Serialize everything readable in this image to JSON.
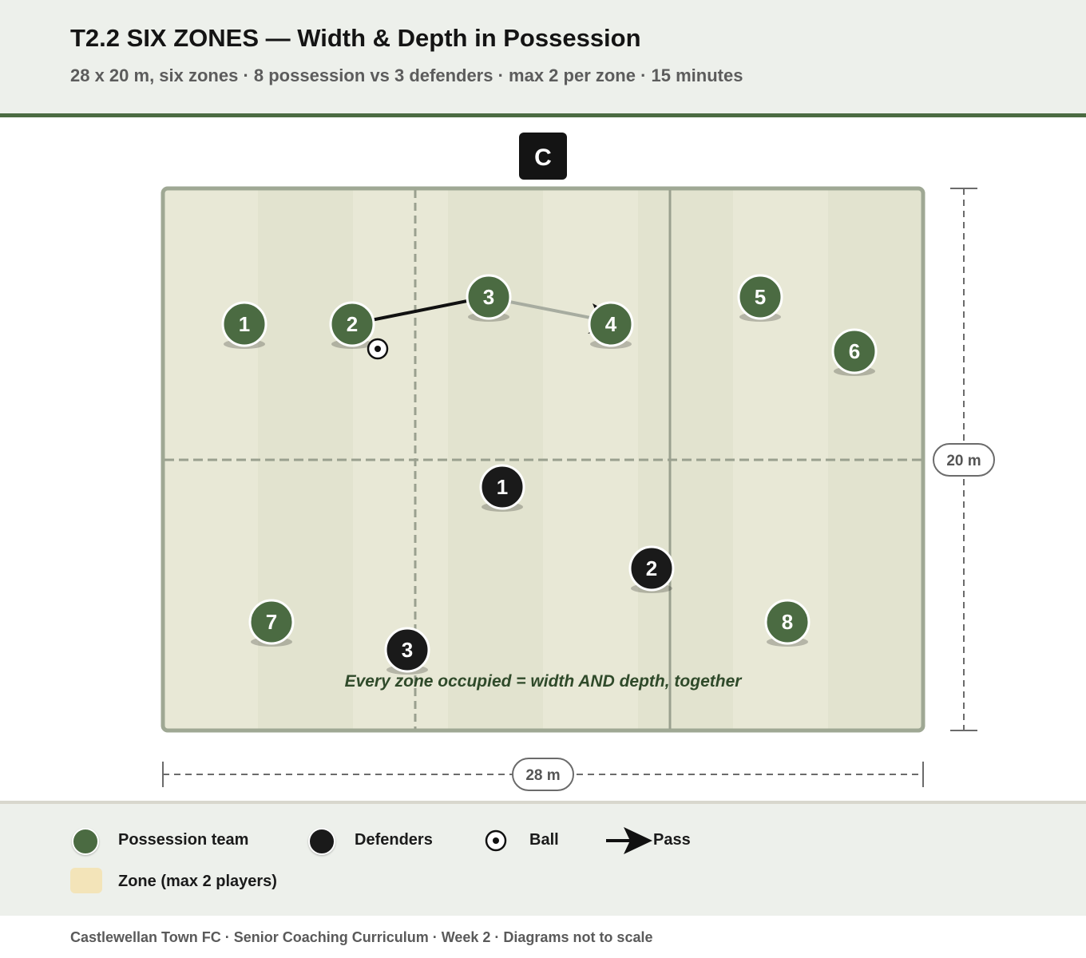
{
  "header": {
    "title": "T2.2 SIX ZONES — Width & Depth in Possession",
    "subtitle": "28 x 20 m, six zones · 8 possession vs 3 defenders · max 2 per zone · 15 minutes"
  },
  "diagram": {
    "coach_label": "C",
    "width_label": "28 m",
    "height_label": "20 m",
    "annotation": "Every zone occupied = width AND depth, together",
    "possession_players": [
      "1",
      "2",
      "3",
      "4",
      "5",
      "6",
      "7",
      "8"
    ],
    "defenders": [
      "1",
      "2",
      "3"
    ]
  },
  "legend": {
    "possession": "Possession team",
    "defenders": "Defenders",
    "ball": "Ball",
    "pass": "Pass",
    "zone": "Zone (max 2 players)"
  },
  "footer": {
    "text": "Castlewellan Town FC · Senior Coaching Curriculum · Week 2 · Diagrams not to scale"
  },
  "colors": {
    "possession_team": "#4b6b42",
    "defenders": "#1a1a1a",
    "pitch": "#e8e8d7",
    "zone_fill": "#f3e2b0",
    "accent": "#4b6b42"
  },
  "icons": {
    "ball": "ball-icon",
    "pass": "pass-arrow-icon"
  }
}
